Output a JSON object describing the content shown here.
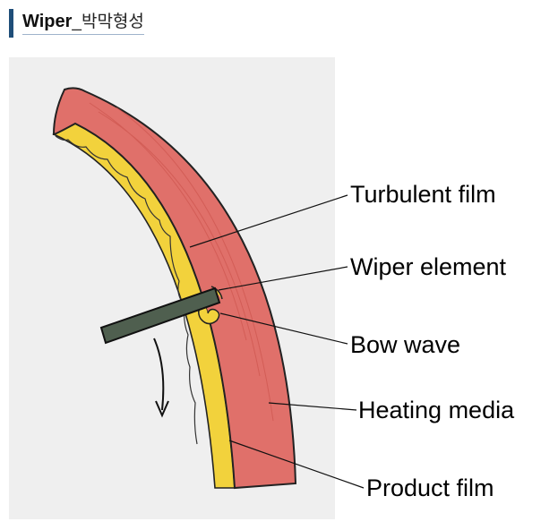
{
  "header": {
    "title_strong": "Wiper",
    "title_sub": "_박막형성"
  },
  "labels": {
    "turbulent_film": "Turbulent film",
    "wiper_element": "Wiper element",
    "bow_wave": "Bow wave",
    "heating_media": "Heating media",
    "product_film": "Product film"
  },
  "colors": {
    "accent": "#1f4e79",
    "panel_bg": "#efefef",
    "heating_media": "#e0706a",
    "product_film": "#f2d23c",
    "wiper": "#4f5f4f"
  }
}
